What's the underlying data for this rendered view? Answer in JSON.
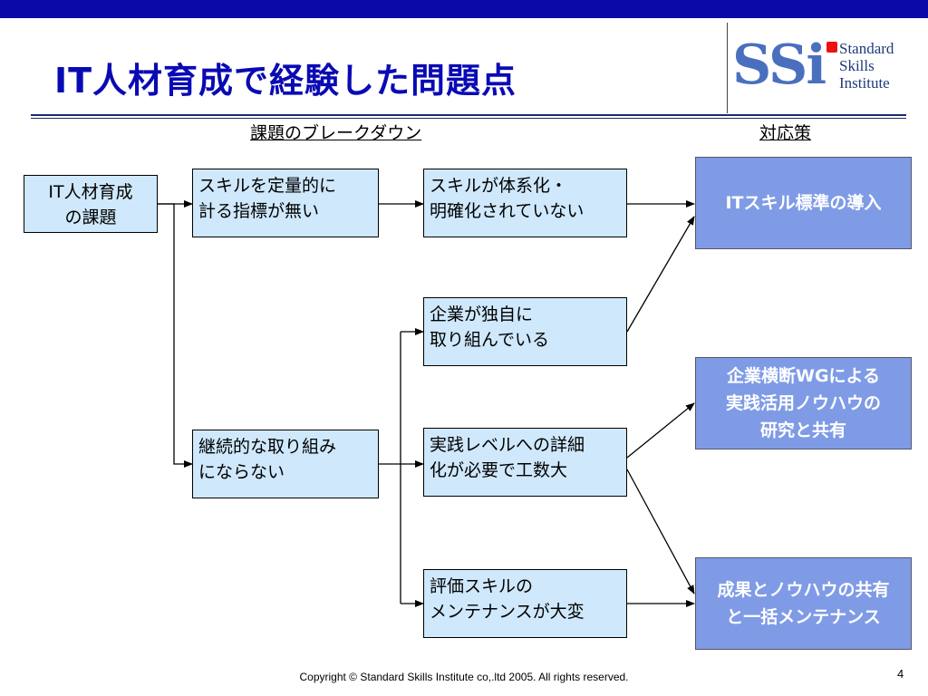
{
  "title": "IT人材育成で経験した問題点",
  "logo": {
    "mark": "SSi",
    "line1": "Standard",
    "line2": "Skills",
    "line3": "Institute"
  },
  "sections": {
    "breakdown": "課題のブレークダウン",
    "measures": "対応策"
  },
  "issues": {
    "root": [
      "IT人材育成",
      "の課題"
    ],
    "no_metric": [
      "スキルを定量的に",
      "計る指標が無い"
    ],
    "not_continuous": [
      "継続的な取り組み",
      "にならない"
    ],
    "not_systematized": [
      "スキルが体系化・",
      "明確化されていない"
    ],
    "company_specific": [
      "企業が独自に",
      "取り組んでいる"
    ],
    "detail_practice": [
      "実践レベルへの詳細",
      "化が必要で工数大"
    ],
    "maintenance": [
      "評価スキルの",
      "メンテナンスが大変"
    ]
  },
  "measures": {
    "it_skill_standard": [
      "ITスキル標準の導入"
    ],
    "cross_company_wg": [
      "企業横断WGによる",
      "実践活用ノウハウの",
      "研究と共有"
    ],
    "share_maintain": [
      "成果とノウハウの共有",
      "と一括メンテナンス"
    ]
  },
  "footer": "Copyright © Standard Skills Institute co,.ltd 2005. All rights reserved.",
  "page_number": "4"
}
